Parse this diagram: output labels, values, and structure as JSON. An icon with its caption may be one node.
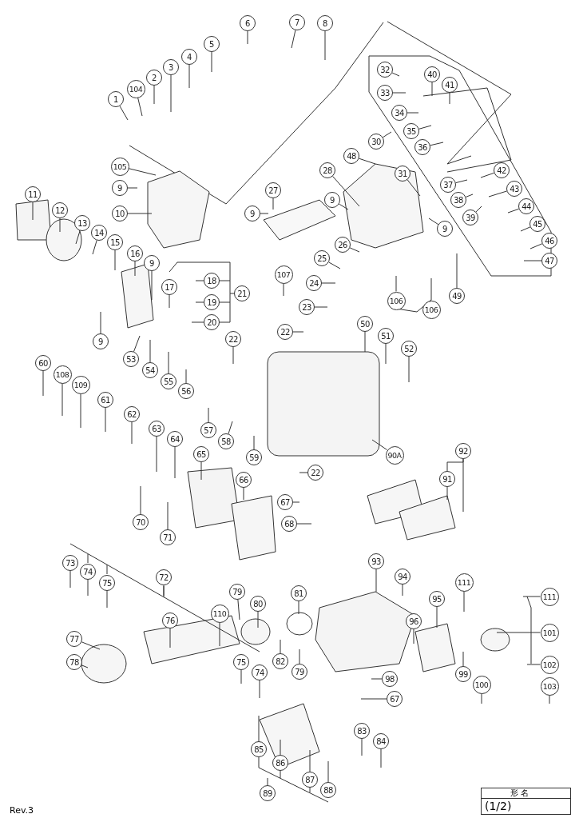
{
  "diagram": {
    "nodes": [
      {
        "text": [
          "1"
        ]
      },
      {
        "text": [
          "104"
        ]
      },
      {
        "text": [
          "2"
        ]
      },
      {
        "text": [
          "3"
        ]
      },
      {
        "text": [
          "4"
        ]
      },
      {
        "text": [
          "5"
        ]
      },
      {
        "text": [
          "6"
        ]
      },
      {
        "text": [
          "7"
        ]
      },
      {
        "text": [
          "8"
        ]
      },
      {
        "text": [
          "105"
        ]
      },
      {
        "text": [
          "9"
        ]
      },
      {
        "text": [
          "10"
        ]
      },
      {
        "text": [
          "11"
        ]
      },
      {
        "text": [
          "12"
        ]
      },
      {
        "text": [
          "13"
        ]
      },
      {
        "text": [
          "14"
        ]
      },
      {
        "text": [
          "15"
        ]
      },
      {
        "text": [
          "16"
        ]
      },
      {
        "text": [
          "9"
        ]
      },
      {
        "text": [
          "9"
        ]
      },
      {
        "text": [
          "17"
        ]
      },
      {
        "text": [
          "18"
        ]
      },
      {
        "text": [
          "19"
        ]
      },
      {
        "text": [
          "20"
        ]
      },
      {
        "text": [
          "21"
        ]
      },
      {
        "text": [
          "53"
        ]
      },
      {
        "text": [
          "54"
        ]
      },
      {
        "text": [
          "55"
        ]
      },
      {
        "text": [
          "56"
        ]
      },
      {
        "text": [
          "22"
        ]
      },
      {
        "text": [
          "9"
        ]
      },
      {
        "text": [
          "27"
        ]
      },
      {
        "text": [
          "107"
        ]
      },
      {
        "text": [
          "28"
        ]
      },
      {
        "text": [
          "9"
        ]
      },
      {
        "text": [
          "48"
        ]
      },
      {
        "text": [
          "30"
        ]
      },
      {
        "text": [
          "31"
        ]
      },
      {
        "text": [
          "32"
        ]
      },
      {
        "text": [
          "33"
        ]
      },
      {
        "text": [
          "40"
        ]
      },
      {
        "text": [
          "41"
        ]
      },
      {
        "text": [
          "34"
        ]
      },
      {
        "text": [
          "35"
        ]
      },
      {
        "text": [
          "36"
        ]
      },
      {
        "text": [
          "37"
        ]
      },
      {
        "text": [
          "42"
        ]
      },
      {
        "text": [
          "38"
        ]
      },
      {
        "text": [
          "43"
        ]
      },
      {
        "text": [
          "39"
        ]
      },
      {
        "text": [
          "44"
        ]
      },
      {
        "text": [
          "45"
        ]
      },
      {
        "text": [
          "46"
        ]
      },
      {
        "text": [
          "47"
        ]
      },
      {
        "text": [
          "9"
        ]
      },
      {
        "text": [
          "26"
        ]
      },
      {
        "text": [
          "25"
        ]
      },
      {
        "text": [
          "24"
        ]
      },
      {
        "text": [
          "23"
        ]
      },
      {
        "text": [
          "106"
        ]
      },
      {
        "text": [
          "106"
        ]
      },
      {
        "text": [
          "49"
        ]
      },
      {
        "text": [
          "22"
        ]
      },
      {
        "text": [
          "50"
        ]
      },
      {
        "text": [
          "51"
        ]
      },
      {
        "text": [
          "52"
        ]
      },
      {
        "text": [
          "60"
        ]
      },
      {
        "text": [
          "108"
        ]
      },
      {
        "text": [
          "109"
        ]
      },
      {
        "text": [
          "61"
        ]
      },
      {
        "text": [
          "62"
        ]
      },
      {
        "text": [
          "63"
        ]
      },
      {
        "text": [
          "64"
        ]
      },
      {
        "text": [
          "65"
        ]
      },
      {
        "text": [
          "57"
        ]
      },
      {
        "text": [
          "58"
        ]
      },
      {
        "text": [
          "59"
        ]
      },
      {
        "text": [
          "66"
        ]
      },
      {
        "text": [
          "90A"
        ]
      },
      {
        "text": [
          "22"
        ]
      },
      {
        "text": [
          "92"
        ]
      },
      {
        "text": [
          "91"
        ]
      },
      {
        "text": [
          "67"
        ]
      },
      {
        "text": [
          "68"
        ]
      },
      {
        "text": [
          "70"
        ]
      },
      {
        "text": [
          "71"
        ]
      },
      {
        "text": [
          "73"
        ]
      },
      {
        "text": [
          "74"
        ]
      },
      {
        "text": [
          "75"
        ]
      },
      {
        "text": [
          "72"
        ]
      },
      {
        "text": [
          "76"
        ]
      },
      {
        "text": [
          "110"
        ]
      },
      {
        "text": [
          "79"
        ]
      },
      {
        "text": [
          "80"
        ]
      },
      {
        "text": [
          "81"
        ]
      },
      {
        "text": [
          "93"
        ]
      },
      {
        "text": [
          "94"
        ]
      },
      {
        "text": [
          "95"
        ]
      },
      {
        "text": [
          "111"
        ]
      },
      {
        "text": [
          "111"
        ]
      },
      {
        "text": [
          "101"
        ]
      },
      {
        "text": [
          "96"
        ]
      },
      {
        "text": [
          "77"
        ]
      },
      {
        "text": [
          "78"
        ]
      },
      {
        "text": [
          "82"
        ]
      },
      {
        "text": [
          "79"
        ]
      },
      {
        "text": [
          "75"
        ]
      },
      {
        "text": [
          "74"
        ]
      },
      {
        "text": [
          "99"
        ]
      },
      {
        "text": [
          "100"
        ]
      },
      {
        "text": [
          "102"
        ]
      },
      {
        "text": [
          "103"
        ]
      },
      {
        "text": [
          "98"
        ]
      },
      {
        "text": [
          "67"
        ]
      },
      {
        "text": [
          "85"
        ]
      },
      {
        "text": [
          "86"
        ]
      },
      {
        "text": [
          "87"
        ]
      },
      {
        "text": [
          "88"
        ]
      },
      {
        "text": [
          "83"
        ]
      },
      {
        "text": [
          "84"
        ]
      },
      {
        "text": [
          "89"
        ]
      }
    ],
    "edges": [
      {
        "from": 0,
        "to": null,
        "arrow": "none"
      },
      {
        "from": 1,
        "to": null,
        "arrow": "none"
      },
      {
        "from": 2,
        "to": null,
        "arrow": "none"
      },
      {
        "from": 3,
        "to": null,
        "arrow": "none"
      },
      {
        "from": 4,
        "to": null,
        "arrow": "none"
      },
      {
        "from": 5,
        "to": null,
        "arrow": "none"
      },
      {
        "from": 6,
        "to": null,
        "arrow": "none"
      },
      {
        "from": 7,
        "to": null,
        "arrow": "none"
      },
      {
        "from": 8,
        "to": null,
        "arrow": "none"
      },
      {
        "from": 9,
        "to": null,
        "arrow": "none"
      },
      {
        "from": 10,
        "to": null,
        "arrow": "none"
      },
      {
        "from": 11,
        "to": null,
        "arrow": "none"
      },
      {
        "from": 12,
        "to": null,
        "arrow": "none"
      },
      {
        "from": 13,
        "to": null,
        "arrow": "none"
      },
      {
        "from": 14,
        "to": null,
        "arrow": "none"
      },
      {
        "from": 15,
        "to": null,
        "arrow": "none"
      },
      {
        "from": 16,
        "to": null,
        "arrow": "none"
      },
      {
        "from": 17,
        "to": null,
        "arrow": "none"
      },
      {
        "from": 18,
        "to": null,
        "arrow": "none"
      },
      {
        "from": 19,
        "to": null,
        "arrow": "none"
      },
      {
        "from": 20,
        "to": null,
        "arrow": "none"
      },
      {
        "from": 21,
        "to": null,
        "arrow": "none"
      },
      {
        "from": 22,
        "to": null,
        "arrow": "none"
      },
      {
        "from": 23,
        "to": null,
        "arrow": "none"
      },
      {
        "from": 24,
        "to": null,
        "arrow": "none"
      },
      {
        "from": 25,
        "to": null,
        "arrow": "none"
      },
      {
        "from": 26,
        "to": null,
        "arrow": "none"
      },
      {
        "from": 27,
        "to": null,
        "arrow": "none"
      },
      {
        "from": 28,
        "to": null,
        "arrow": "none"
      },
      {
        "from": 29,
        "to": null,
        "arrow": "none"
      },
      {
        "from": 30,
        "to": null,
        "arrow": "none"
      },
      {
        "from": 31,
        "to": null,
        "arrow": "none"
      },
      {
        "from": 32,
        "to": null,
        "arrow": "none"
      },
      {
        "from": 33,
        "to": null,
        "arrow": "none"
      },
      {
        "from": 34,
        "to": null,
        "arrow": "none"
      },
      {
        "from": 35,
        "to": null,
        "arrow": "none"
      },
      {
        "from": 36,
        "to": null,
        "arrow": "none"
      },
      {
        "from": 37,
        "to": null,
        "arrow": "none"
      },
      {
        "from": 38,
        "to": null,
        "arrow": "none"
      },
      {
        "from": 39,
        "to": null,
        "arrow": "none"
      },
      {
        "from": 40,
        "to": null,
        "arrow": "none"
      },
      {
        "from": 41,
        "to": null,
        "arrow": "none"
      },
      {
        "from": 42,
        "to": null,
        "arrow": "none"
      },
      {
        "from": 43,
        "to": null,
        "arrow": "none"
      },
      {
        "from": 44,
        "to": null,
        "arrow": "none"
      },
      {
        "from": 45,
        "to": null,
        "arrow": "none"
      },
      {
        "from": 46,
        "to": null,
        "arrow": "none"
      },
      {
        "from": 47,
        "to": null,
        "arrow": "none"
      },
      {
        "from": 48,
        "to": null,
        "arrow": "none"
      },
      {
        "from": 49,
        "to": null,
        "arrow": "none"
      },
      {
        "from": 50,
        "to": null,
        "arrow": "none"
      },
      {
        "from": 51,
        "to": null,
        "arrow": "none"
      },
      {
        "from": 52,
        "to": null,
        "arrow": "none"
      },
      {
        "from": 53,
        "to": null,
        "arrow": "none"
      },
      {
        "from": 54,
        "to": null,
        "arrow": "none"
      },
      {
        "from": 55,
        "to": null,
        "arrow": "none"
      },
      {
        "from": 56,
        "to": null,
        "arrow": "none"
      },
      {
        "from": 57,
        "to": null,
        "arrow": "none"
      },
      {
        "from": 58,
        "to": null,
        "arrow": "none"
      },
      {
        "from": 59,
        "to": null,
        "arrow": "none"
      },
      {
        "from": 60,
        "to": null,
        "arrow": "none"
      },
      {
        "from": 61,
        "to": null,
        "arrow": "none"
      },
      {
        "from": 62,
        "to": null,
        "arrow": "none"
      },
      {
        "from": 63,
        "to": null,
        "arrow": "none"
      },
      {
        "from": 64,
        "to": null,
        "arrow": "none"
      },
      {
        "from": 65,
        "to": null,
        "arrow": "none"
      },
      {
        "from": 66,
        "to": null,
        "arrow": "none"
      },
      {
        "from": 67,
        "to": null,
        "arrow": "none"
      },
      {
        "from": 68,
        "to": null,
        "arrow": "none"
      },
      {
        "from": 69,
        "to": null,
        "arrow": "none"
      },
      {
        "from": 70,
        "to": null,
        "arrow": "none"
      },
      {
        "from": 71,
        "to": null,
        "arrow": "none"
      },
      {
        "from": 72,
        "to": null,
        "arrow": "none"
      },
      {
        "from": 73,
        "to": null,
        "arrow": "none"
      },
      {
        "from": 74,
        "to": null,
        "arrow": "none"
      },
      {
        "from": 75,
        "to": null,
        "arrow": "none"
      },
      {
        "from": 76,
        "to": null,
        "arrow": "none"
      },
      {
        "from": 77,
        "to": null,
        "arrow": "none"
      },
      {
        "from": 78,
        "to": null,
        "arrow": "none"
      },
      {
        "from": 79,
        "to": null,
        "arrow": "none"
      },
      {
        "from": 80,
        "to": null,
        "arrow": "none"
      },
      {
        "from": 81,
        "to": null,
        "arrow": "none"
      },
      {
        "from": 82,
        "to": null,
        "arrow": "none"
      },
      {
        "from": 83,
        "to": null,
        "arrow": "none"
      },
      {
        "from": 84,
        "to": null,
        "arrow": "none"
      },
      {
        "from": 85,
        "to": null,
        "arrow": "none"
      },
      {
        "from": 86,
        "to": null,
        "arrow": "none"
      },
      {
        "from": 87,
        "to": null,
        "arrow": "none"
      },
      {
        "from": 88,
        "to": null,
        "arrow": "none"
      },
      {
        "from": 89,
        "to": null,
        "arrow": "none"
      },
      {
        "from": 90,
        "to": null,
        "arrow": "none"
      },
      {
        "from": 91,
        "to": null,
        "arrow": "none"
      },
      {
        "from": 92,
        "to": null,
        "arrow": "none"
      },
      {
        "from": 93,
        "to": null,
        "arrow": "none"
      },
      {
        "from": 94,
        "to": null,
        "arrow": "none"
      },
      {
        "from": 95,
        "to": null,
        "arrow": "none"
      },
      {
        "from": 96,
        "to": null,
        "arrow": "none"
      },
      {
        "from": 97,
        "to": null,
        "arrow": "none"
      },
      {
        "from": 98,
        "to": null,
        "arrow": "none"
      },
      {
        "from": 99,
        "to": null,
        "arrow": "none"
      },
      {
        "from": 100,
        "to": null,
        "arrow": "none"
      },
      {
        "from": 101,
        "to": null,
        "arrow": "none"
      },
      {
        "from": 102,
        "to": null,
        "arrow": "none"
      },
      {
        "from": 103,
        "to": null,
        "arrow": "none"
      },
      {
        "from": 104,
        "to": null,
        "arrow": "none"
      },
      {
        "from": 105,
        "to": null,
        "arrow": "none"
      },
      {
        "from": 106,
        "to": null,
        "arrow": "none"
      },
      {
        "from": 107,
        "to": null,
        "arrow": "none"
      },
      {
        "from": 108,
        "to": null,
        "arrow": "none"
      },
      {
        "from": 109,
        "to": null,
        "arrow": "none"
      },
      {
        "from": 110,
        "to": null,
        "arrow": "none"
      },
      {
        "from": 111,
        "to": null,
        "arrow": "none"
      },
      {
        "from": 112,
        "to": null,
        "arrow": "none"
      },
      {
        "from": 113,
        "to": null,
        "arrow": "none"
      },
      {
        "from": 114,
        "to": null,
        "arrow": "none"
      },
      {
        "from": 115,
        "to": null,
        "arrow": "none"
      },
      {
        "from": 116,
        "to": null,
        "arrow": "none"
      },
      {
        "from": 117,
        "to": null,
        "arrow": "none"
      },
      {
        "from": 118,
        "to": null,
        "arrow": "none"
      },
      {
        "from": 119,
        "to": null,
        "arrow": "none"
      },
      {
        "from": 120,
        "to": null,
        "arrow": "none"
      },
      {
        "from": 81,
        "to": 80,
        "arrow": "none"
      }
    ],
    "labels": [
      "形 名",
      "(1/2)",
      "Rev.3"
    ]
  }
}
